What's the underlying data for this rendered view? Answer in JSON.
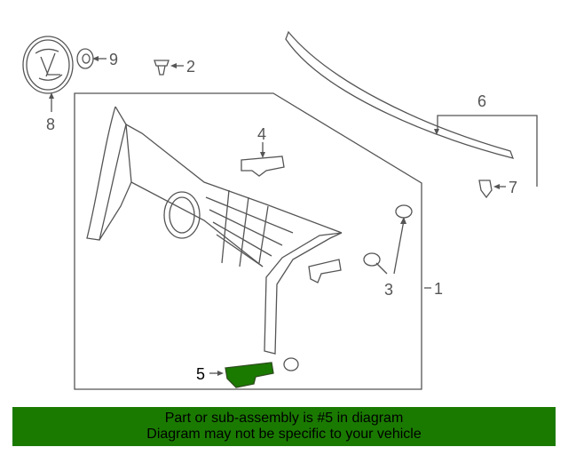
{
  "colors": {
    "highlight": "#1a7a00",
    "line": "#555555",
    "banner_background": "#1a7a00",
    "banner_text": "#000000"
  },
  "callouts": {
    "c1": "1",
    "c2": "2",
    "c3": "3",
    "c4": "4",
    "c5": "5",
    "c6": "6",
    "c7": "7",
    "c8": "8",
    "c9": "9"
  },
  "highlighted_part": "5",
  "footer": {
    "line1": "Part or sub-assembly is #5 in diagram",
    "line2": "Diagram may not be specific to your vehicle"
  }
}
